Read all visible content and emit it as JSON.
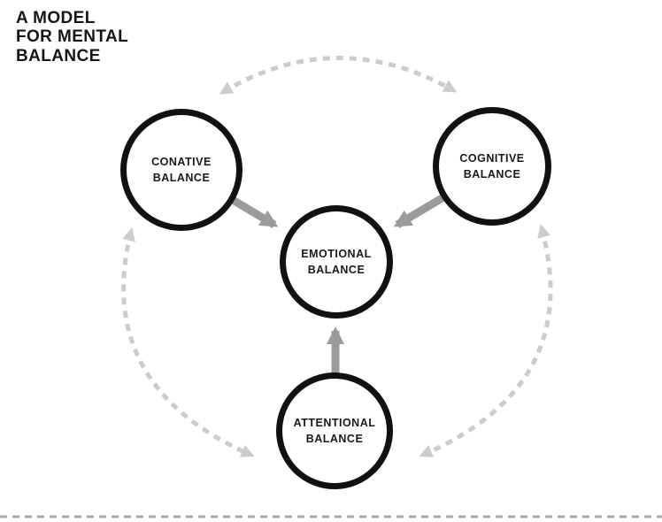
{
  "title": {
    "line1": "A MODEL",
    "line2": "FOR MENTAL",
    "line3": "BALANCE"
  },
  "nodes": {
    "conative": {
      "line1": "CONATIVE",
      "line2": "BALANCE"
    },
    "cognitive": {
      "line1": "COGNITIVE",
      "line2": "BALANCE"
    },
    "emotional": {
      "line1": "EMOTIONAL",
      "line2": "BALANCE"
    },
    "attentional": {
      "line1": "ATTENTIONAL",
      "line2": "BALANCE"
    }
  },
  "colors": {
    "circle_stroke": "#111111",
    "label_text": "#1a1a1a",
    "solid_arrow": "#9b9b9b",
    "dashed_arc": "#cccccc",
    "bottom_line": "#a9a9a9",
    "background": "#ffffff"
  }
}
